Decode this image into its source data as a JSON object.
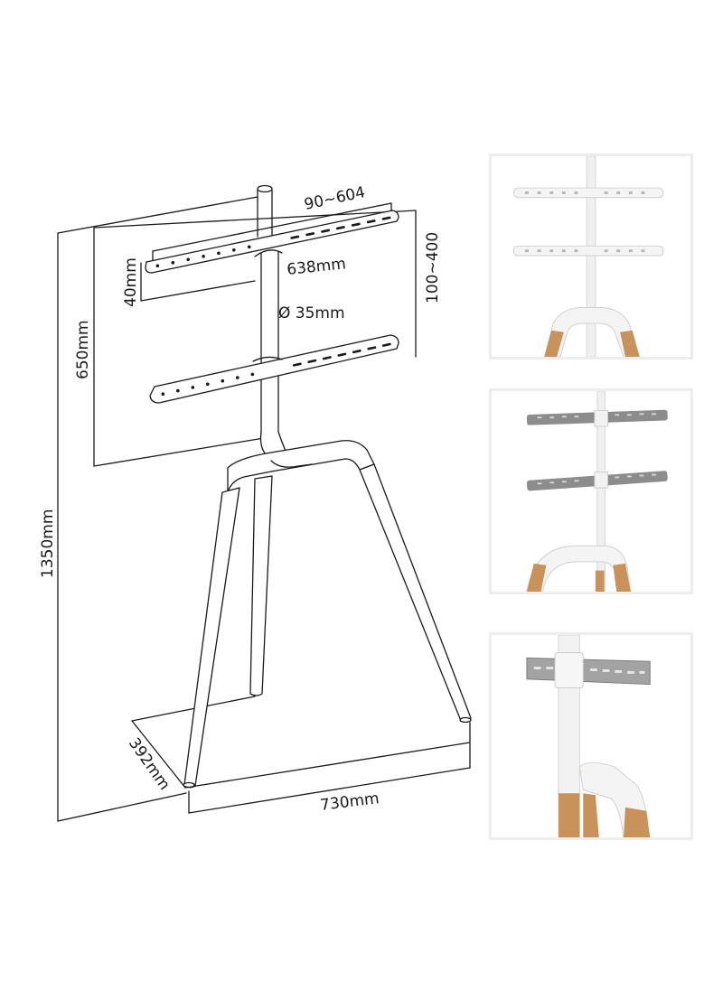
{
  "dimensions": {
    "pitch_range": "90~604",
    "bracket_width": "638mm",
    "bracket_height": "40mm",
    "vertical_adjust": "100~400",
    "pole_diameter": "Ø 35mm",
    "screen_height": "650mm",
    "total_height": "1350mm",
    "leg_depth": "392mm",
    "leg_width": "730mm"
  },
  "colors": {
    "line": "#1a1a1a",
    "white_metal": "#f2f2f2",
    "grey_metal": "#8c8c8c",
    "wood": "#c8925a",
    "panel_border": "#ededed"
  },
  "panels": [
    {
      "name": "white-brackets-detail",
      "bracket_color": "white"
    },
    {
      "name": "grey-brackets-detail",
      "bracket_color": "grey"
    },
    {
      "name": "bracket-clamp-closeup",
      "bracket_color": "grey"
    }
  ]
}
